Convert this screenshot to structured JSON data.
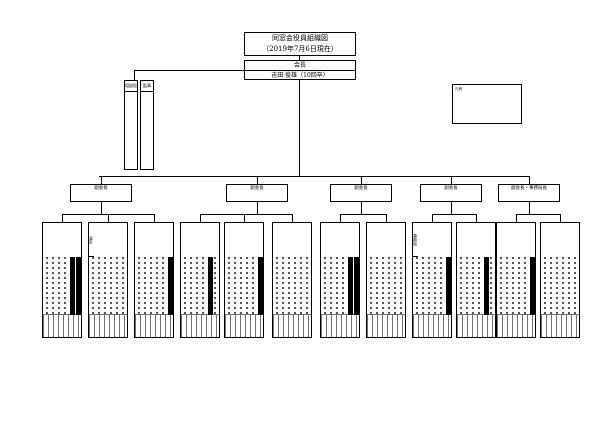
{
  "header": {
    "title": "同窓会役員組織図",
    "date": "（2019年7月6日現在）"
  },
  "president": {
    "role": "会長",
    "name": "吉田 俊雄（10回卒）"
  },
  "advisors": [
    {
      "label": "相談役"
    },
    {
      "label": "監事"
    }
  ],
  "legend": {
    "lines": [
      "凡例",
      ""
    ],
    "highlight": "",
    "note": ""
  },
  "vice_presidents": [
    {
      "role": "副会長",
      "name": ""
    },
    {
      "role": "副会長",
      "name": ""
    },
    {
      "role": "副会長",
      "name": ""
    },
    {
      "role": "副会長",
      "name": ""
    },
    {
      "role": "副会長・事務局長",
      "name": ""
    }
  ],
  "committees": [
    {
      "head": ""
    },
    {
      "head": "会計"
    },
    {
      "head": ""
    },
    {
      "head": ""
    },
    {
      "head": ""
    },
    {
      "head": ""
    },
    {
      "head": ""
    },
    {
      "head": ""
    },
    {
      "head": "事務局"
    },
    {
      "head": ""
    },
    {
      "head": ""
    },
    {
      "head": ""
    }
  ]
}
